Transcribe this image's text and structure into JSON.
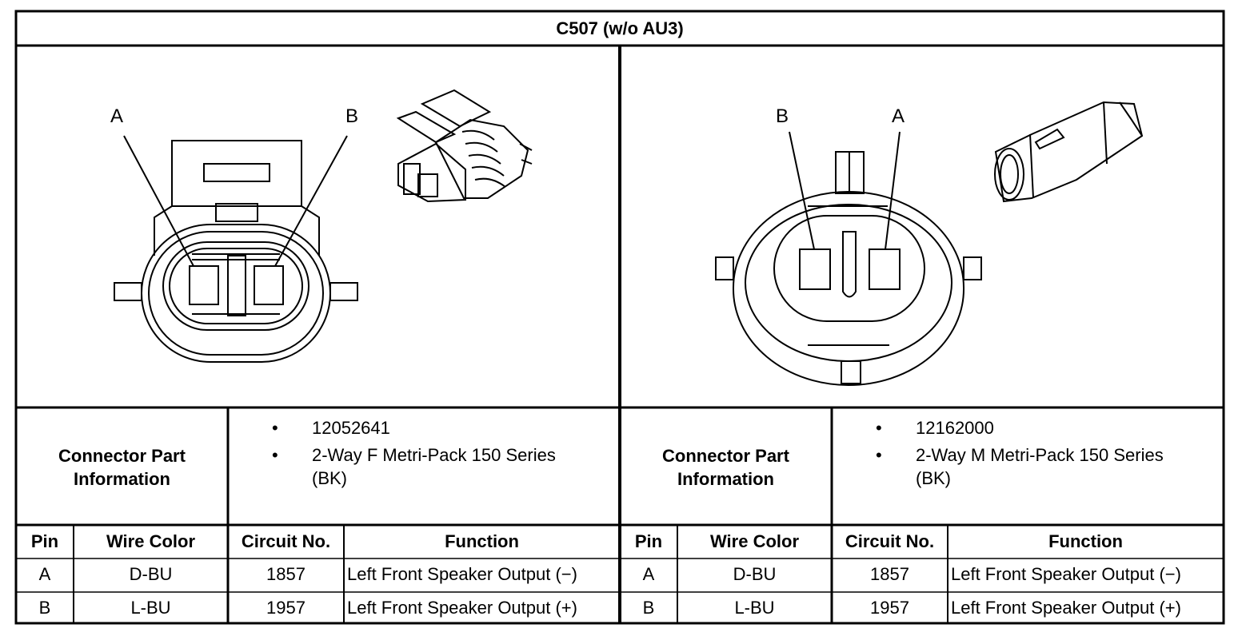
{
  "title": "C507 (w/o AU3)",
  "left": {
    "pin_labels": [
      "A",
      "B"
    ],
    "part_info_label": "Connector Part Information",
    "part_info_lines": [
      "12052641",
      "2-Way F Metri-Pack 150 Series",
      "(BK)"
    ]
  },
  "right": {
    "pin_labels": [
      "B",
      "A"
    ],
    "part_info_label": "Connector Part Information",
    "part_info_lines": [
      "12162000",
      "2-Way M Metri-Pack 150 Series",
      "(BK)"
    ]
  },
  "table": {
    "headers": [
      "Pin",
      "Wire Color",
      "Circuit No.",
      "Function"
    ],
    "rows": [
      [
        "A",
        "D-BU",
        "1857",
        "Left Front Speaker Output (−)"
      ],
      [
        "B",
        "L-BU",
        "1957",
        "Left Front Speaker Output (+)"
      ]
    ]
  }
}
